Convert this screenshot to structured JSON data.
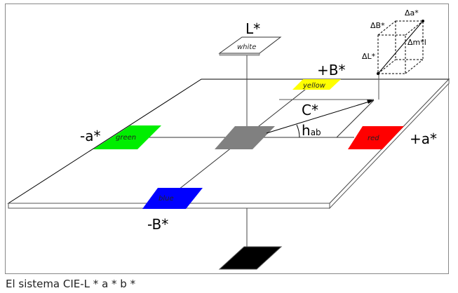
{
  "diagram": {
    "axes": {
      "L": "L*",
      "plus_b": "+B*",
      "minus_b": "-B*",
      "plus_a": "+a*",
      "minus_a": "-a*",
      "chroma": "C*",
      "hue": "h",
      "hue_sub": "ab"
    },
    "patches": [
      {
        "label": "white",
        "color": "#ffffff"
      },
      {
        "label": "yellow",
        "color": "#ffff00"
      },
      {
        "label": "green",
        "color": "#00ee00"
      },
      {
        "label": "red",
        "color": "#ff0000"
      },
      {
        "label": "blue",
        "color": "#0000ff"
      },
      {
        "label": "",
        "color": "#808080"
      },
      {
        "label": "",
        "color": "#000000"
      }
    ],
    "delta": {
      "a": "Δa*",
      "b": "ΔB*",
      "L": "ΔL*",
      "e": "Δm*l"
    }
  },
  "caption": "El sistema CIE-L * a * b *"
}
